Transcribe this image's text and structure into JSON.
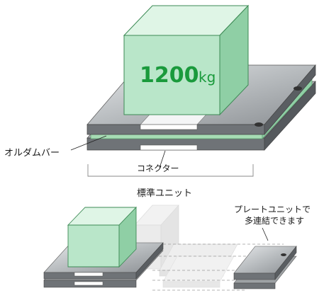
{
  "weight": {
    "number": "1200",
    "unit": "kg"
  },
  "labels": {
    "oldham_bar": "オルダムバー",
    "connector": "コネクター",
    "standard_unit": "標準ユニット",
    "plate_unit_line1": "プレートユニットで",
    "plate_unit_line2": "多連結できます"
  },
  "colors": {
    "cube_face": "#b9e6c9",
    "cube_top": "#dff5e6",
    "cube_side": "#8fcfa5",
    "weight_text": "#1a9a3c",
    "plate_dark": "#6f7377",
    "plate_light": "#c9cccf",
    "green_strip": "#bfe8c9"
  }
}
